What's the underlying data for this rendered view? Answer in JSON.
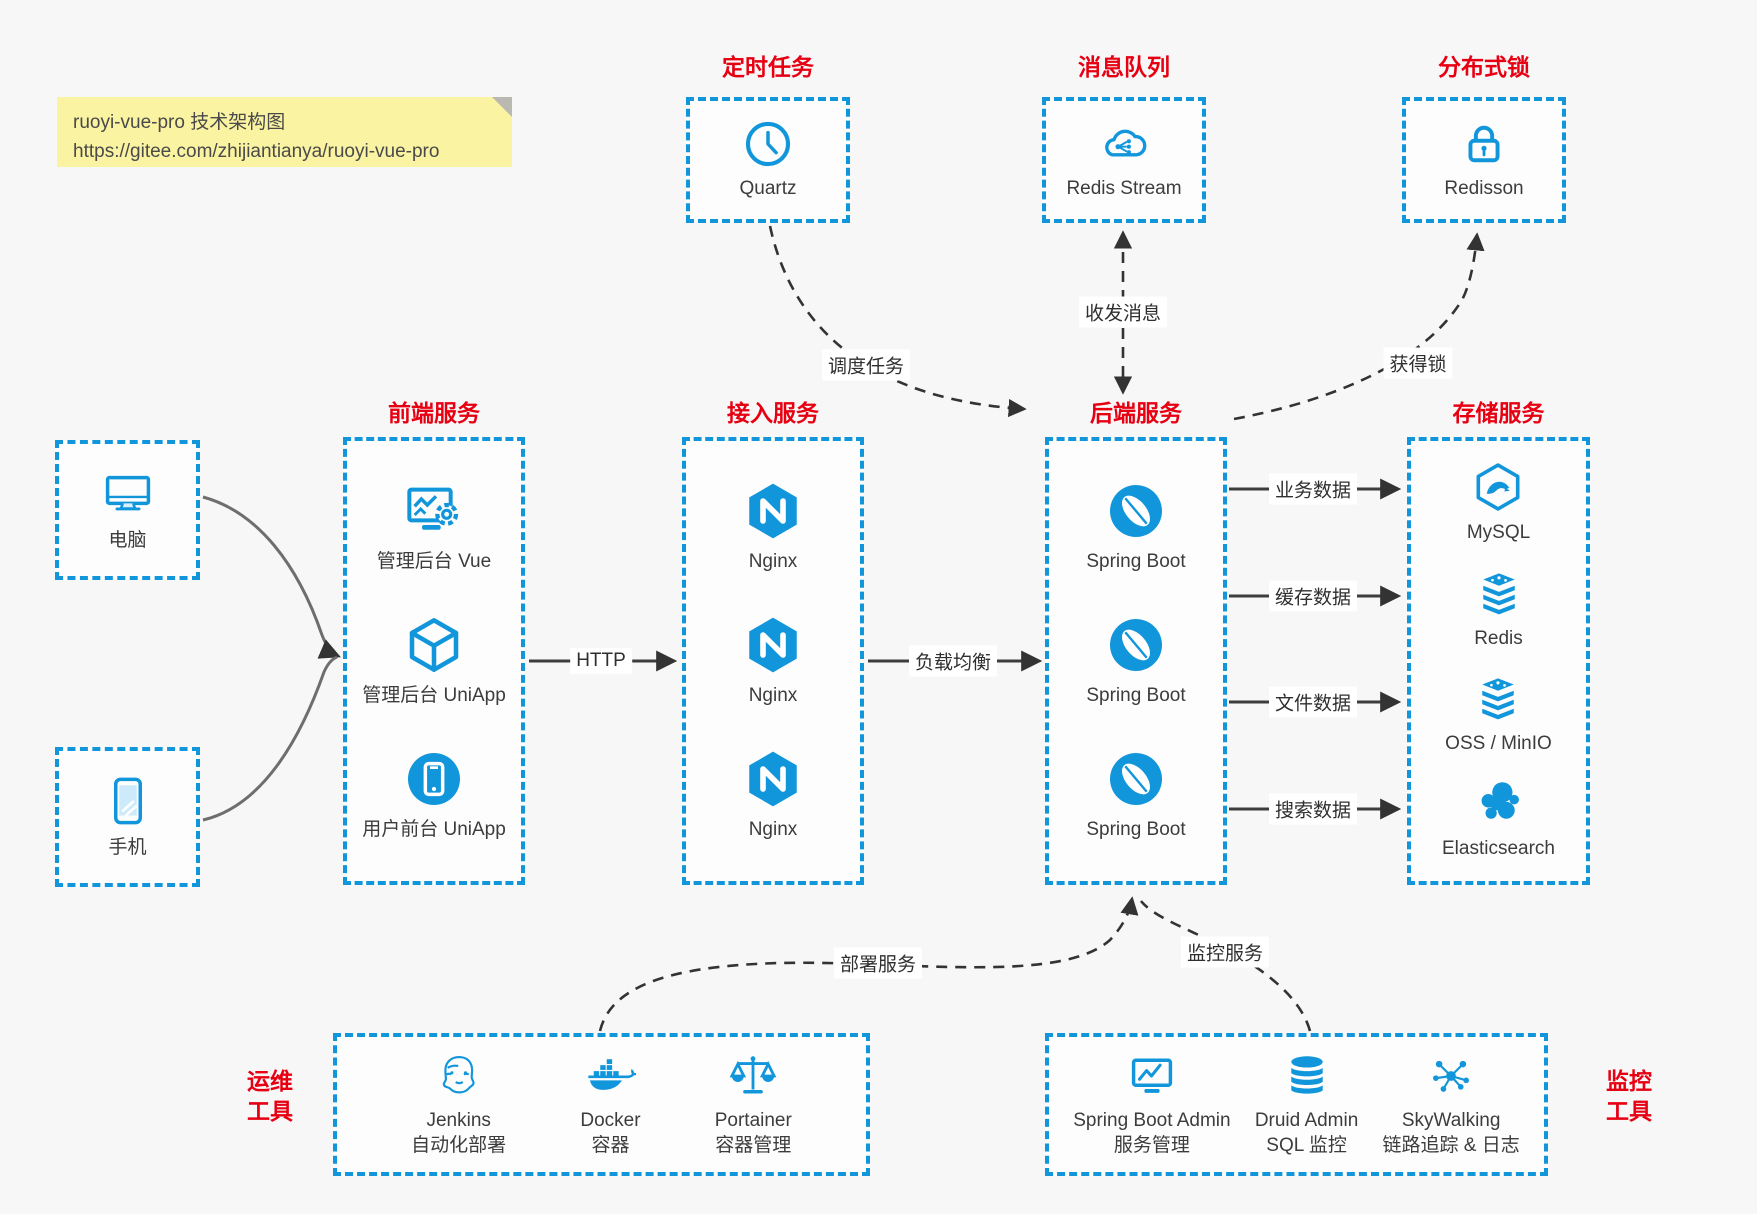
{
  "note": {
    "line1": "ruoyi-vue-pro 技术架构图",
    "line2": "https://gitee.com/zhijiantianya/ruoyi-vue-pro"
  },
  "colors": {
    "accent_blue": "#1296db",
    "heading_red": "#e60012",
    "arrow_dark": "#3d3d3d",
    "note_yellow": "#faf3a1",
    "canvas_bg": "#f7f7f8"
  },
  "top_groups": {
    "scheduler": {
      "title": "定时任务",
      "items": [
        {
          "icon": "clock-icon",
          "label": "Quartz"
        }
      ]
    },
    "mq": {
      "title": "消息队列",
      "items": [
        {
          "icon": "cloud-stream-icon",
          "label": "Redis Stream"
        }
      ]
    },
    "lock": {
      "title": "分布式锁",
      "items": [
        {
          "icon": "lock-icon",
          "label": "Redisson"
        }
      ]
    }
  },
  "clients": {
    "pc": {
      "icon": "desktop-icon",
      "label": "电脑"
    },
    "mobile": {
      "icon": "phone-icon",
      "label": "手机"
    }
  },
  "main_groups": {
    "frontend": {
      "title": "前端服务",
      "items": [
        {
          "icon": "admin-vue-icon",
          "label": "管理后台 Vue"
        },
        {
          "icon": "uniapp-cube-icon",
          "label": "管理后台 UniApp"
        },
        {
          "icon": "user-app-icon",
          "label": "用户前台 UniApp"
        }
      ]
    },
    "gateway": {
      "title": "接入服务",
      "items": [
        {
          "icon": "nginx-icon",
          "label": "Nginx"
        },
        {
          "icon": "nginx-icon",
          "label": "Nginx"
        },
        {
          "icon": "nginx-icon",
          "label": "Nginx"
        }
      ]
    },
    "backend": {
      "title": "后端服务",
      "items": [
        {
          "icon": "spring-boot-icon",
          "label": "Spring Boot"
        },
        {
          "icon": "spring-boot-icon",
          "label": "Spring Boot"
        },
        {
          "icon": "spring-boot-icon",
          "label": "Spring Boot"
        }
      ]
    },
    "storage": {
      "title": "存储服务",
      "items": [
        {
          "icon": "mysql-icon",
          "label": "MySQL"
        },
        {
          "icon": "redis-icon",
          "label": "Redis"
        },
        {
          "icon": "oss-minio-icon",
          "label": "OSS / MinIO"
        },
        {
          "icon": "elasticsearch-icon",
          "label": "Elasticsearch"
        }
      ]
    }
  },
  "bottom_groups": {
    "ops": {
      "title_line1": "运维",
      "title_line2": "工具",
      "items": [
        {
          "icon": "jenkins-icon",
          "label": "Jenkins",
          "sublabel": "自动化部署"
        },
        {
          "icon": "docker-icon",
          "label": "Docker",
          "sublabel": "容器"
        },
        {
          "icon": "portainer-icon",
          "label": "Portainer",
          "sublabel": "容器管理"
        }
      ]
    },
    "monitoring": {
      "title_line1": "监控",
      "title_line2": "工具",
      "items": [
        {
          "icon": "spring-boot-admin-icon",
          "label": "Spring Boot Admin",
          "sublabel": "服务管理"
        },
        {
          "icon": "druid-icon",
          "label": "Druid Admin",
          "sublabel": "SQL 监控"
        },
        {
          "icon": "skywalking-icon",
          "label": "SkyWalking",
          "sublabel": "链路追踪 & 日志"
        }
      ]
    }
  },
  "edges": {
    "http": {
      "label": "HTTP"
    },
    "load_balance": {
      "label": "负载均衡"
    },
    "business_data": {
      "label": "业务数据"
    },
    "cache_data": {
      "label": "缓存数据"
    },
    "file_data": {
      "label": "文件数据"
    },
    "search_data": {
      "label": "搜索数据"
    },
    "schedule": {
      "label": "调度任务"
    },
    "messaging": {
      "label": "收发消息"
    },
    "acquire_lock": {
      "label": "获得锁"
    },
    "deploy": {
      "label": "部署服务"
    },
    "monitor": {
      "label": "监控服务"
    }
  }
}
